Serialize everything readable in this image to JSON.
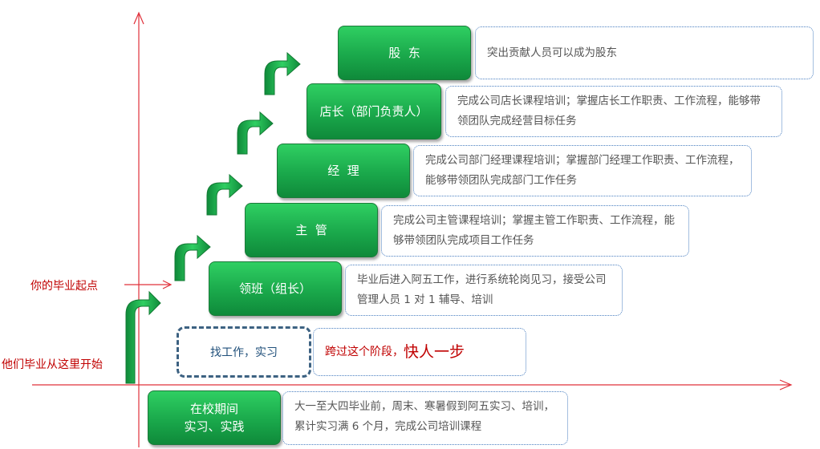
{
  "labels": {
    "they_start": "他们毕业从这里开始",
    "your_start": "你的毕业起点"
  },
  "stages": {
    "school": "在校期间\n实习、实践",
    "job": "找工作，实习",
    "team_lead": "领班（组长）",
    "supervisor": "主  管",
    "manager": "经  理",
    "store_mgr": "店长（部门负责人）",
    "shareholder": "股  东"
  },
  "descriptions": {
    "school": "大一至大四毕业前，周末、寒暑假到阿五实习、培训，累计实习满 6 个月，完成公司培训课程",
    "job_prefix": "跨过这个阶段，",
    "job_emph": "快人一步",
    "team_lead": "毕业后进入阿五工作，进行系统轮岗见习，接受公司管理人员 1 对 1 辅导、培训",
    "supervisor": "完成公司主管课程培训；掌握主管工作职责、工作流程，能够带领团队完成项目工作任务",
    "manager": "完成公司部门经理课程培训；掌握部门经理工作职责、工作流程，能够带领团队完成部门工作任务",
    "store_mgr": "完成公司店长课程培训；掌握店长工作职责、工作流程，能够带领团队完成经营目标任务",
    "shareholder": "突出贡献人员可以成为股东"
  },
  "colors": {
    "axis": "#e0303a",
    "stage_green": "#1aa84b",
    "desc_border": "#4a7fc0",
    "label_red": "#c00000"
  }
}
